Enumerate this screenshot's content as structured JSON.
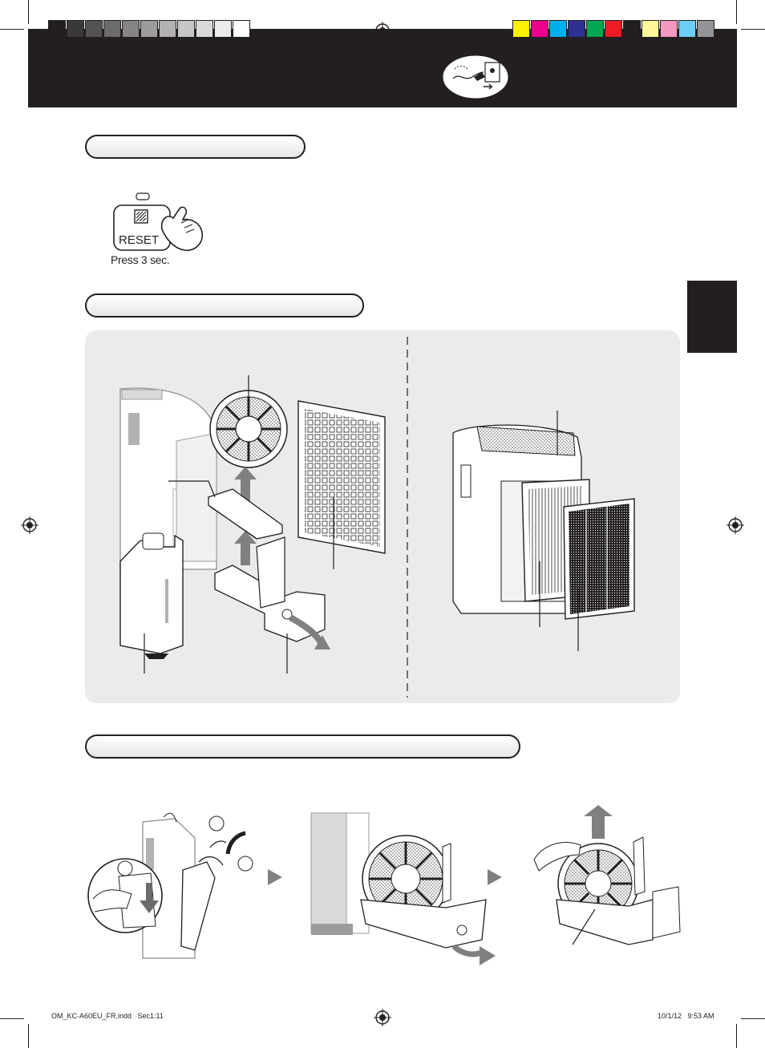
{
  "header": {
    "grayscale_swatches": [
      "#231f20",
      "#3b3839",
      "#545153",
      "#6d6a6c",
      "#858385",
      "#9d9b9d",
      "#b3b1b3",
      "#c7c6c7",
      "#dad9da",
      "#ececec",
      "#ffffff"
    ],
    "color_swatches": [
      "#fff200",
      "#ec008c",
      "#00aeef",
      "#2e3192",
      "#00a651",
      "#ed1c24",
      "#231f20",
      "#fff799",
      "#f49ac1",
      "#6dcff6",
      "#939598"
    ],
    "icon": "unplug-icon"
  },
  "reset": {
    "button_label": "RESET",
    "press_note": "Press 3 sec.",
    "icon": "filter-reset-icon"
  },
  "parts": {
    "left_icons": [
      "humidifying-filter-icon",
      "water-tank-icon",
      "filter-frame-icon",
      "tray-icon",
      "prefilter-icon"
    ],
    "right_icons": [
      "air-purifier-icon",
      "deodorizing-filter-icon",
      "hepa-filter-icon"
    ]
  },
  "steps": {
    "step_icons": [
      "remove-tank-icon",
      "pull-out-tray-icon",
      "lift-filter-icon"
    ]
  },
  "footer": {
    "file_info": "OM_KC-A60EU_FR.indd   Sec1:11",
    "timestamp": "10/1/12   9:53 AM"
  }
}
